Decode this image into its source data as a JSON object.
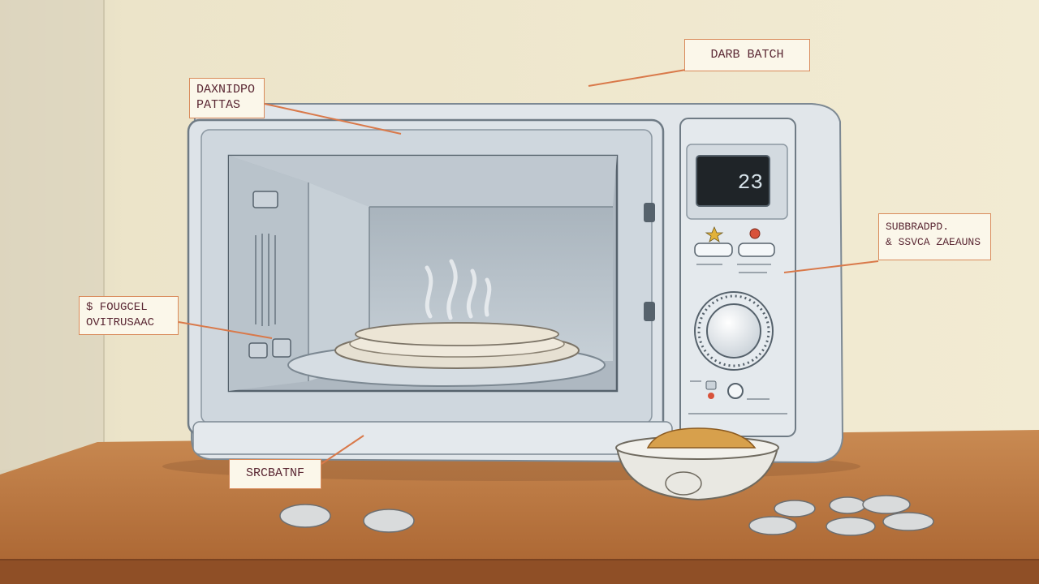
{
  "labels": {
    "top_right": "DARB BATCH",
    "top_left_line1": "DAXNIDPO",
    "top_left_line2": "PATTAS",
    "right_line1": "SUBBRADPD.",
    "right_line2": "& SSVCA ZAEAUNS",
    "left_line1": "$ FOUGCEL",
    "left_line2": "OVITRUSAAC",
    "bottom": "SRCBATNF"
  },
  "display": {
    "readout": "23"
  },
  "colors": {
    "wall": "#efe8cf",
    "counter": "#b8733f",
    "microwave_body": "#dfe5ea",
    "leader_line": "#d9794a",
    "label_text": "#5a2733"
  }
}
